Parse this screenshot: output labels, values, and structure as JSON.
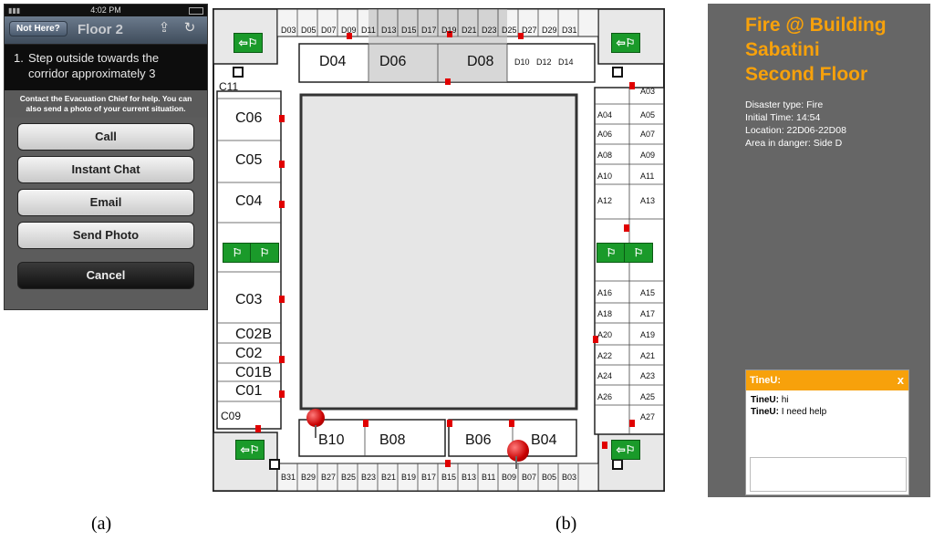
{
  "phone": {
    "status_time": "4:02 PM",
    "not_there_label": "Not Here?",
    "title": "Floor 2",
    "instruction_number": "1.",
    "instruction_text": "Step outside towards the corridor approximately 3",
    "contact_text": "Contact the Evacuation Chief for help. You can also send a photo of your current situation.",
    "buttons": [
      "Call",
      "Instant Chat",
      "Email",
      "Send Photo"
    ],
    "cancel_label": "Cancel"
  },
  "plan": {
    "top_rooms": [
      "D03",
      "D05",
      "D07",
      "D09",
      "D11",
      "D13",
      "D15",
      "D17",
      "D19",
      "D21",
      "D23",
      "D25",
      "D27",
      "D29",
      "D31"
    ],
    "top_big": [
      "D04",
      "D06",
      "D08"
    ],
    "top_small": [
      "D10",
      "D12",
      "D14"
    ],
    "left_rooms": [
      "C11",
      "C06",
      "C05",
      "C04",
      "C03",
      "C02B",
      "C02",
      "C01B",
      "C01",
      "C09"
    ],
    "right_rooms": [
      "A03",
      "A04",
      "A05",
      "A06",
      "A07",
      "A08",
      "A09",
      "A10",
      "A11",
      "A12",
      "A13",
      "A16",
      "A15",
      "A18",
      "A17",
      "A20",
      "A19",
      "A22",
      "A21",
      "A24",
      "A23",
      "A26",
      "A25",
      "A27"
    ],
    "bottom_big": [
      "B10",
      "B08",
      "B06",
      "B04"
    ],
    "bottom_rooms": [
      "B31",
      "B29",
      "B27",
      "B25",
      "B23",
      "B21",
      "B19",
      "B17",
      "B15",
      "B13",
      "B11",
      "B09",
      "B07",
      "B05",
      "B03"
    ]
  },
  "info": {
    "title_line1": "Fire @ Building",
    "title_line2": "Sabatini",
    "title_line3": "Second Floor",
    "disaster_type": "Disaster type: Fire",
    "initial_time": "Initial Time: 14:54",
    "location": "Location: 22D06-22D08",
    "area": "Area in danger: Side D"
  },
  "chat": {
    "header": "TineU:",
    "close": "x",
    "messages": [
      {
        "user": "TineU:",
        "text": " hi"
      },
      {
        "user": "TineU:",
        "text": " I need help"
      }
    ]
  },
  "captions": {
    "a": "(a)",
    "b": "(b)"
  },
  "colors": {
    "accent": "#f7a10b",
    "panel": "#666666",
    "exit": "#1a9a2a",
    "pin": "#c80000",
    "danger": "#e00000"
  }
}
